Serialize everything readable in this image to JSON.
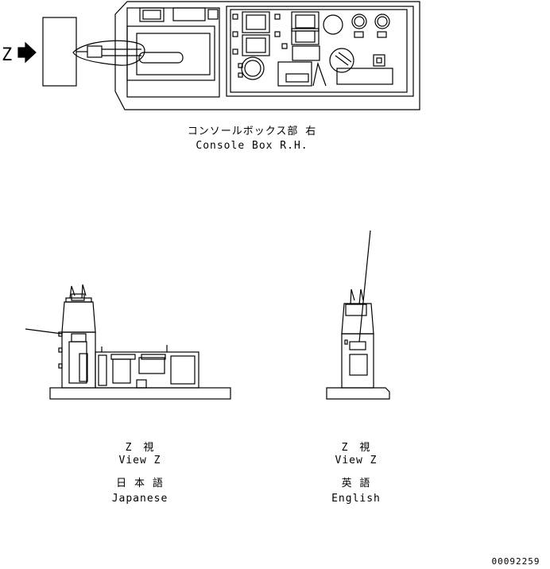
{
  "console_box": {
    "title_jp": "コンソールボックス部 右",
    "title_en": "Console Box R.H.",
    "arrow_label": "Z"
  },
  "view_left": {
    "view_jp": "Z　視",
    "view_en": "View Z",
    "lang_jp": "日 本 語",
    "lang_en": "Japanese"
  },
  "view_right": {
    "view_jp": "Z　視",
    "view_en": "View Z",
    "lang_jp": "英 語",
    "lang_en": "English"
  },
  "drawing_number": "00092259"
}
